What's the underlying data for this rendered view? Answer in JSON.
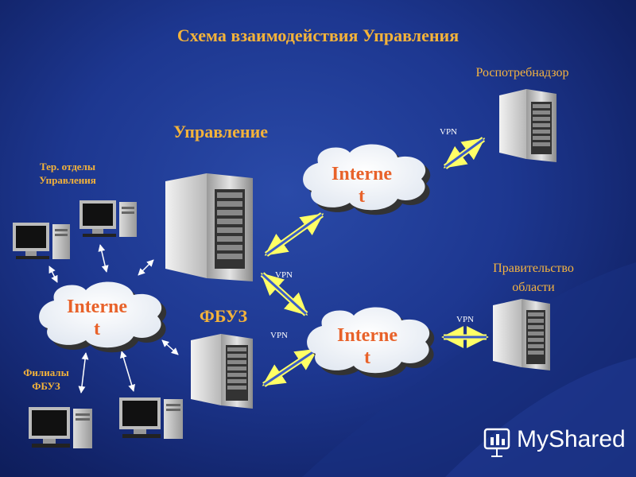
{
  "title": "Схема взаимодействия Управления",
  "nodes": {
    "management": "Управление",
    "rospotreb": "Роспотребнадзор",
    "ter_otdely": "Тер. отделы Управления",
    "fbuz": "ФБУЗ",
    "filialy": "Филиалы ФБУЗ",
    "government": "Правительство области"
  },
  "internet_label_line1": "Interne",
  "internet_label_line2": "t",
  "vpn": "VPN",
  "brand": "MyShared",
  "colors": {
    "label": "#f4b33a",
    "cloud_text": "#e8622a",
    "arrow": "#ffff66"
  }
}
